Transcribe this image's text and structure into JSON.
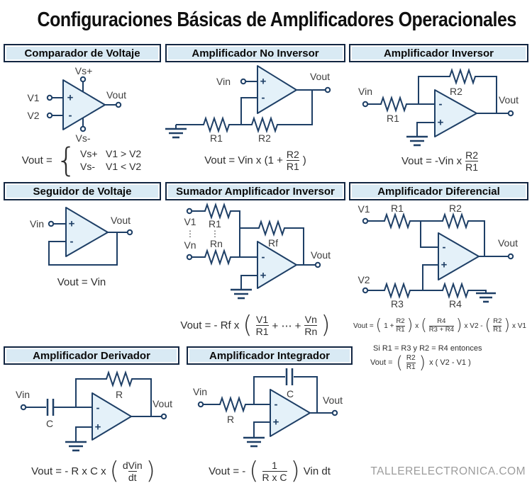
{
  "title": "Configuraciones Básicas de Amplificadores Operacionales",
  "watermark": "TALLERELECTRONICA.COM",
  "colors": {
    "line_navy": "#1e3f66",
    "opamp_fill": "#e4f1f9",
    "header_fill": "#d9eaf4",
    "header_border": "#122642",
    "label_gray": "#3d3d3d",
    "watermark_gray": "#9c9c9c"
  },
  "sym": {
    "plus": "+",
    "minus": "-"
  },
  "panels": {
    "comparador": {
      "title": "Comparador de Voltaje",
      "labels": {
        "vsp": "Vs+",
        "vsm": "Vs-",
        "v1": "V1",
        "v2": "V2",
        "vout": "Vout"
      },
      "formula": {
        "lhs": "Vout =",
        "brace": "{",
        "rows": [
          [
            "Vs+",
            "V1 > V2"
          ],
          [
            "Vs-",
            "V1 < V2"
          ]
        ]
      }
    },
    "no_inversor": {
      "title": "Amplificador No Inversor",
      "labels": {
        "vin": "Vin",
        "vout": "Vout",
        "r1": "R1",
        "r2": "R2"
      },
      "formula": {
        "pre": "Vout = Vin x (1 +",
        "num": "R2",
        "den": "R1",
        "post": ")"
      }
    },
    "inversor": {
      "title": "Amplificador Inversor",
      "labels": {
        "vin": "Vin",
        "vout": "Vout",
        "r1": "R1",
        "r2": "R2"
      },
      "formula": {
        "pre": "Vout = -Vin x",
        "num": "R2",
        "den": "R1"
      }
    },
    "seguidor": {
      "title": "Seguidor de Voltaje",
      "labels": {
        "vin": "Vin",
        "vout": "Vout"
      },
      "formula": {
        "text": "Vout = Vin"
      }
    },
    "sumador": {
      "title": "Sumador Amplificador Inversor",
      "labels": {
        "v1": "V1",
        "vn": "Vn",
        "r1": "R1",
        "rn": "Rn",
        "rf": "Rf",
        "vout": "Vout",
        "dots": "⋮"
      },
      "formula": {
        "pre": "Vout = - Rf x",
        "open": "(",
        "f1_num": "V1",
        "f1_den": "R1",
        "mid": "+ ⋯ +",
        "f2_num": "Vn",
        "f2_den": "Rn",
        "close": ")"
      }
    },
    "diferencial": {
      "title": "Amplificador Diferencial",
      "labels": {
        "v1": "V1",
        "v2": "V2",
        "r1": "R1",
        "r2": "R2",
        "r3": "R3",
        "r4": "R4",
        "vout": "Vout"
      },
      "formula1": {
        "pre": "Vout =",
        "open1": "(",
        "one_plus": "1 +",
        "f1_num": "R2",
        "f1_den": "R1",
        "close1": ")",
        "times1": "x",
        "open2": "(",
        "f2_num": "R4",
        "f2_den": "R3 + R4",
        "close2": ")",
        "times2": "x V2 -",
        "open3": "(",
        "f3_num": "R2",
        "f3_den": "R1",
        "close3": ")",
        "times3": "x V1"
      },
      "formula2": "Si R1 = R3 y R2 = R4 entonces",
      "formula3": {
        "pre": "Vout =",
        "open": "(",
        "num": "R2",
        "den": "R1",
        "close": ")",
        "post": "x ( V2 - V1 )"
      }
    },
    "derivador": {
      "title": "Amplificador Derivador",
      "labels": {
        "vin": "Vin",
        "c": "C",
        "r": "R",
        "vout": "Vout"
      },
      "formula": {
        "pre": "Vout = - R x C x",
        "open": "(",
        "num": "dVin",
        "den": "dt",
        "close": ")"
      }
    },
    "integrador": {
      "title": "Amplificador Integrador",
      "labels": {
        "vin": "Vin",
        "r": "R",
        "c": "C",
        "vout": "Vout"
      },
      "formula": {
        "pre": "Vout = -",
        "open": "(",
        "num": "1",
        "den": "R x C",
        "close": ")",
        "post": "Vin dt"
      }
    }
  }
}
